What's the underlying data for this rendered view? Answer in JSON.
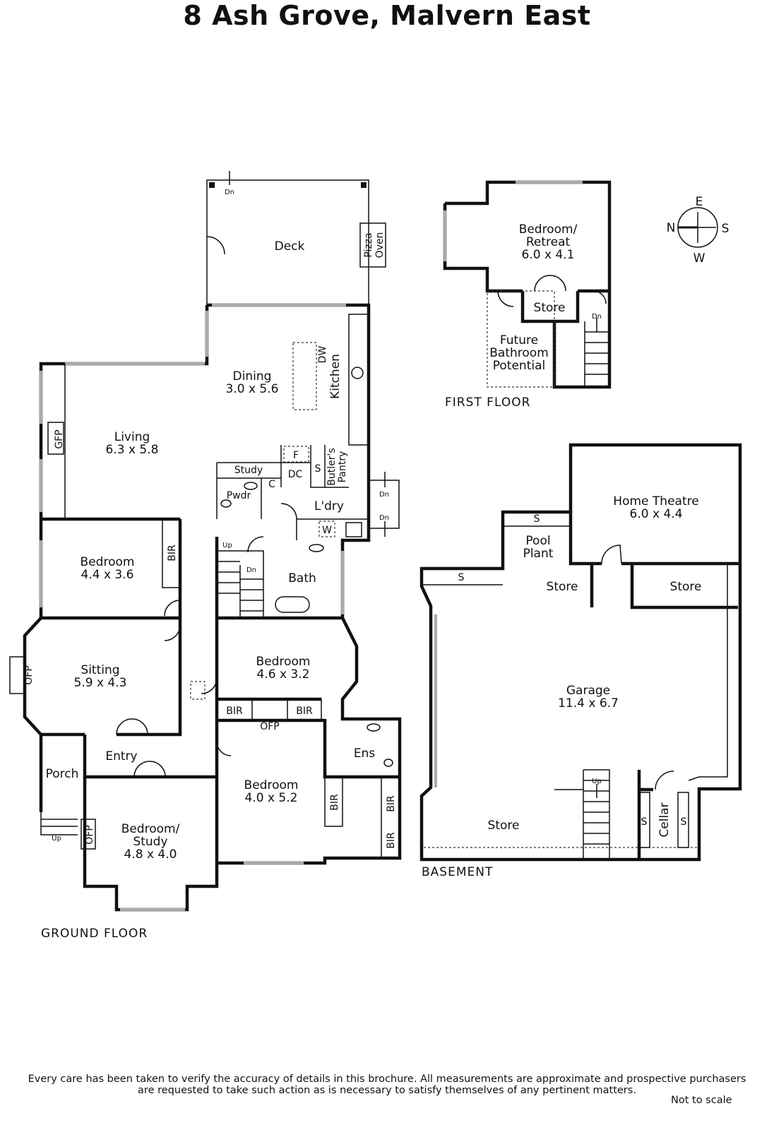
{
  "title": "8 Ash Grove, Malvern East",
  "compass": {
    "e": "E",
    "s": "S",
    "w": "W",
    "n": "N"
  },
  "floors": {
    "ground": "GROUND FLOOR",
    "first": "FIRST FLOOR",
    "basement": "BASEMENT"
  },
  "ground_rooms": {
    "deck": "Deck",
    "pizza1": "Pizza",
    "pizza2": "Oven",
    "dining": "Dining",
    "dining_dim": "3.0 x 5.6",
    "kitchen": "Kitchen",
    "dw": "DW",
    "living": "Living",
    "living_dim": "6.3 x 5.8",
    "gfp": "GFP",
    "study": "Study",
    "pwdr": "Pwdr",
    "c": "C",
    "dc": "DC",
    "f": "F",
    "s": "S",
    "butlers1": "Butler's",
    "butlers2": "Pantry",
    "ldry": "L'dry",
    "w": "W",
    "dn": "Dn",
    "up": "Up",
    "bath": "Bath",
    "bedroom1": "Bedroom",
    "bedroom1_dim": "4.4 x 3.6",
    "bir": "BIR",
    "sitting": "Sitting",
    "sitting_dim": "5.9 x 4.3",
    "ofp": "OFP",
    "bedroom2": "Bedroom",
    "bedroom2_dim": "4.6 x 3.2",
    "entry": "Entry",
    "porch": "Porch",
    "bedroom3": "Bedroom",
    "bedroom3_dim": "4.0 x 5.2",
    "ens": "Ens",
    "study_bed1": "Bedroom/",
    "study_bed2": "Study",
    "study_bed_dim": "4.8 x 4.0"
  },
  "first_rooms": {
    "retreat1": "Bedroom/",
    "retreat2": "Retreat",
    "retreat_dim": "6.0 x 4.1",
    "store": "Store",
    "future1": "Future",
    "future2": "Bathroom",
    "future3": "Potential",
    "dn": "Dn"
  },
  "basement_rooms": {
    "theatre": "Home Theatre",
    "theatre_dim": "6.0 x 4.4",
    "s": "S",
    "pool1": "Pool",
    "pool2": "Plant",
    "store": "Store",
    "garage": "Garage",
    "garage_dim": "11.4 x 6.7",
    "up": "Up",
    "cellar": "Cellar"
  },
  "disclaimer_line1": "Every care has been taken to verify the accuracy of details in this brochure.  All measurements are approximate and prospective purchasers",
  "disclaimer_line2": "are requested to take such action as is necessary to satisfy themselves of any pertinent matters.",
  "scale_note": "Not to scale"
}
